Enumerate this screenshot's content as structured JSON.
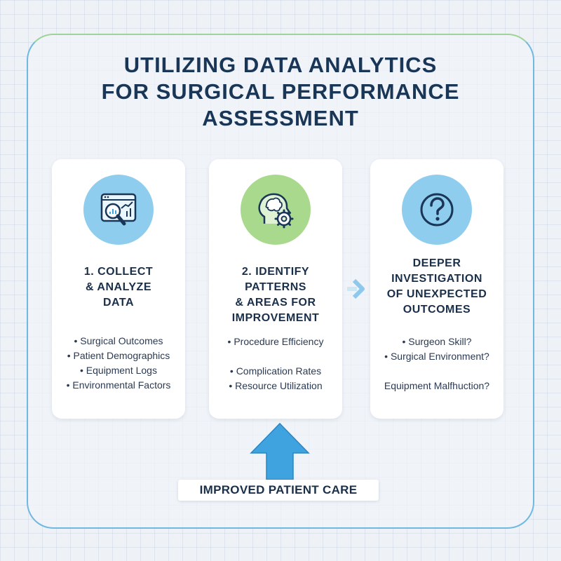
{
  "title": {
    "line1": "UTILIZING DATA ANALYTICS",
    "line2": "FOR SURGICAL PERFORMANCE",
    "line3": "ASSESSMENT"
  },
  "cards": [
    {
      "icon": "data-analytics-icon",
      "title_lines": [
        "1. COLLECT",
        "& ANALYZE",
        "DATA"
      ],
      "bullets": [
        "• Surgical Outcomes",
        "• Patient Demographics",
        "• Equipment Logs",
        "• Environmental Factors"
      ]
    },
    {
      "icon": "brain-gear-icon",
      "title_lines": [
        "2. IDENTIFY PATTERNS",
        "& AREAS FOR",
        "IMPROVEMENT"
      ],
      "bullets": [
        "• Procedure Efficiency",
        "• Complication Rates",
        "• Resource Utilization"
      ]
    },
    {
      "icon": "question-icon",
      "title_lines": [
        "DEEPER",
        "INVESTIGATION",
        "OF UNEXPECTED",
        "OUTCOMES"
      ],
      "bullets": [
        "• Surgeon Skill?",
        "• Surgical Environment?",
        "Equipment Malfhuction?"
      ]
    }
  ],
  "footer": {
    "label": "IMPROVED PATIENT CARE"
  },
  "colors": {
    "navy": "#1a3657",
    "icon_blue": "#8fcdee",
    "icon_green": "#a8d98d",
    "arrow_blue": "#3fa3e0"
  }
}
